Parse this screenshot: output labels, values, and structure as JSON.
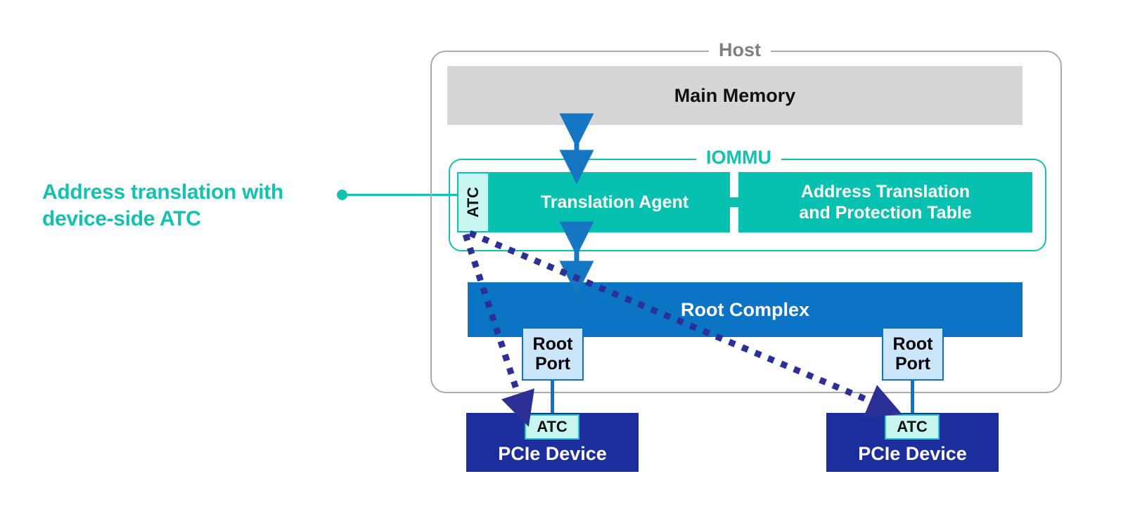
{
  "annotation": {
    "line1": "Address translation with",
    "line2": "device-side ATC",
    "color": "#12c2b0"
  },
  "host": {
    "label": "Host",
    "border_color": "#aaaaaa",
    "label_color": "#808080"
  },
  "main_memory": {
    "label": "Main Memory",
    "fill": "#d6d6d6"
  },
  "iommu": {
    "label": "IOMMU",
    "border_color": "#12c2b0",
    "fill": "#06c1b0",
    "atc_label": "ATC",
    "atc_fill": "#c8f7f2",
    "translation_agent": "Translation Agent",
    "address_table_line1": "Address Translation",
    "address_table_line2": "and Protection Table"
  },
  "root_complex": {
    "label": "Root Complex",
    "fill": "#0b74c4"
  },
  "root_ports": [
    {
      "line1": "Root",
      "line2": "Port"
    },
    {
      "line1": "Root",
      "line2": "Port"
    }
  ],
  "devices": [
    {
      "label": "PCIe Device",
      "atc_label": "ATC",
      "fill": "#1c2e9e"
    },
    {
      "label": "PCIe Device",
      "atc_label": "ATC",
      "fill": "#1c2e9e"
    }
  ],
  "arrows": {
    "memory_iommu_color": "#1577c4",
    "iommu_rootcomplex_color": "#1577c4",
    "dotted_color": "#2b2f96"
  }
}
